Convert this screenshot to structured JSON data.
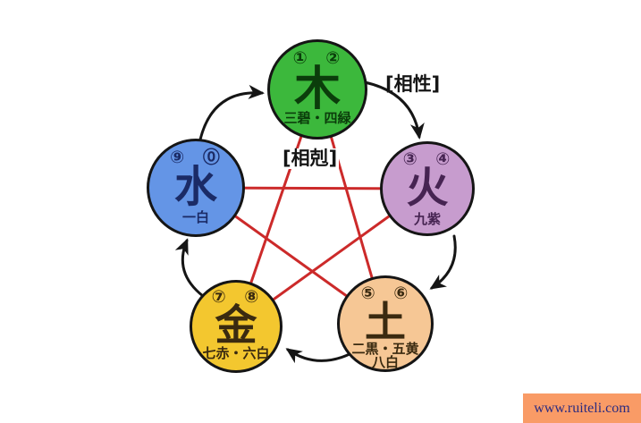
{
  "diagram": {
    "relation_labels": {
      "generation": "[相性]",
      "destruction": "[相剋]"
    },
    "colors": {
      "outline": "#151515",
      "generation_arrow": "#151515",
      "destruction_line": "#cc2a2a",
      "background": "#ffffff"
    },
    "elements": {
      "wood": {
        "char": "木",
        "numbers": "① ②",
        "stars": "三碧・四緑",
        "fill": "#3cb83c",
        "text_color": "#0b3d0b"
      },
      "fire": {
        "char": "火",
        "numbers": "③ ④",
        "stars": "九紫",
        "fill": "#c79cce",
        "text_color": "#462452"
      },
      "earth": {
        "char": "土",
        "numbers": "⑤ ⑥",
        "stars": "二黒・五黄",
        "stars2": "八白",
        "fill": "#f6c795",
        "text_color": "#3a2a10"
      },
      "metal": {
        "char": "金",
        "numbers": "⑦ ⑧",
        "stars": "七赤・六白",
        "fill": "#f3c72f",
        "text_color": "#3a2a10"
      },
      "water": {
        "char": "水",
        "numbers": "⑨ ⓪",
        "stars": "一白",
        "fill": "#6495e6",
        "text_color": "#1b2b66"
      }
    }
  },
  "watermark": {
    "text": "www.ruiteli.com",
    "bg_color": "#f99b66",
    "text_color": "#2b2b80"
  }
}
